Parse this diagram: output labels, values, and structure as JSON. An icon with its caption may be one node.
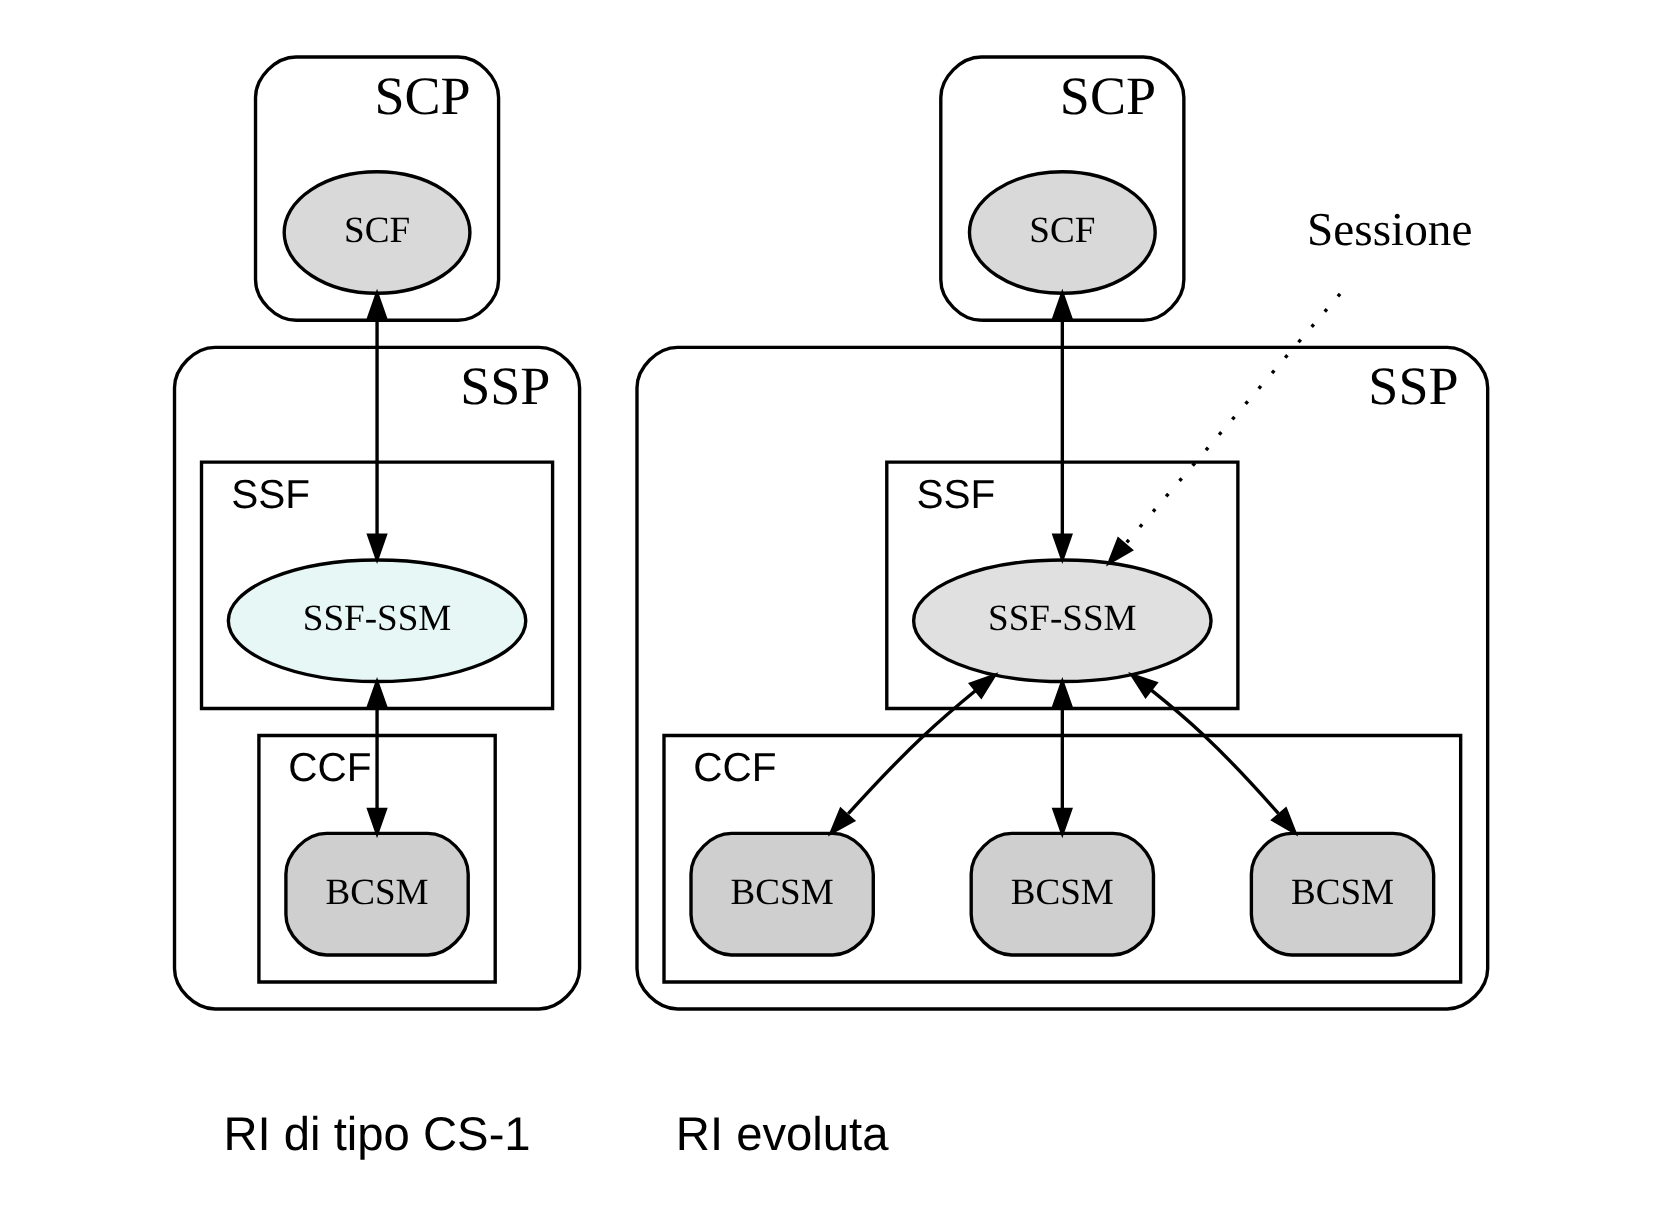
{
  "diagram": {
    "nodes": [
      {
        "text": [
          "SCP"
        ]
      },
      {
        "text": [
          "SCF"
        ],
        "in": 0
      },
      {
        "text": [
          "SSP"
        ]
      },
      {
        "text": [
          "SSF"
        ],
        "in": 2
      },
      {
        "text": [
          "SSF-SSM"
        ],
        "in": 3
      },
      {
        "text": [
          "CCF"
        ],
        "in": 2
      },
      {
        "text": [
          "BCSM"
        ],
        "in": 5
      },
      {
        "text": [
          "SCP"
        ]
      },
      {
        "text": [
          "SCF"
        ],
        "in": 7
      },
      {
        "text": [
          "SSP"
        ]
      },
      {
        "text": [
          "SSF"
        ],
        "in": 9
      },
      {
        "text": [
          "SSF-SSM"
        ],
        "in": 10
      },
      {
        "text": [
          "CCF"
        ],
        "in": 9
      },
      {
        "text": [
          "BCSM"
        ],
        "in": 12
      },
      {
        "text": [
          "BCSM"
        ],
        "in": 12
      },
      {
        "text": [
          "BCSM"
        ],
        "in": 12
      },
      {
        "text": [
          "Sessione"
        ]
      }
    ],
    "edges": [
      {
        "from": 1,
        "to": 4,
        "arrow": "both"
      },
      {
        "from": 4,
        "to": 6,
        "arrow": "both"
      },
      {
        "from": 8,
        "to": 11,
        "arrow": "both"
      },
      {
        "from": 11,
        "to": 13,
        "arrow": "both"
      },
      {
        "from": 11,
        "to": 14,
        "arrow": "both"
      },
      {
        "from": 11,
        "to": 15,
        "arrow": "both"
      },
      {
        "from": 16,
        "to": 11,
        "arrow": "to",
        "style": "dashed"
      }
    ],
    "labels": [
      "RI di tipo CS-1",
      "RI evoluta"
    ]
  }
}
